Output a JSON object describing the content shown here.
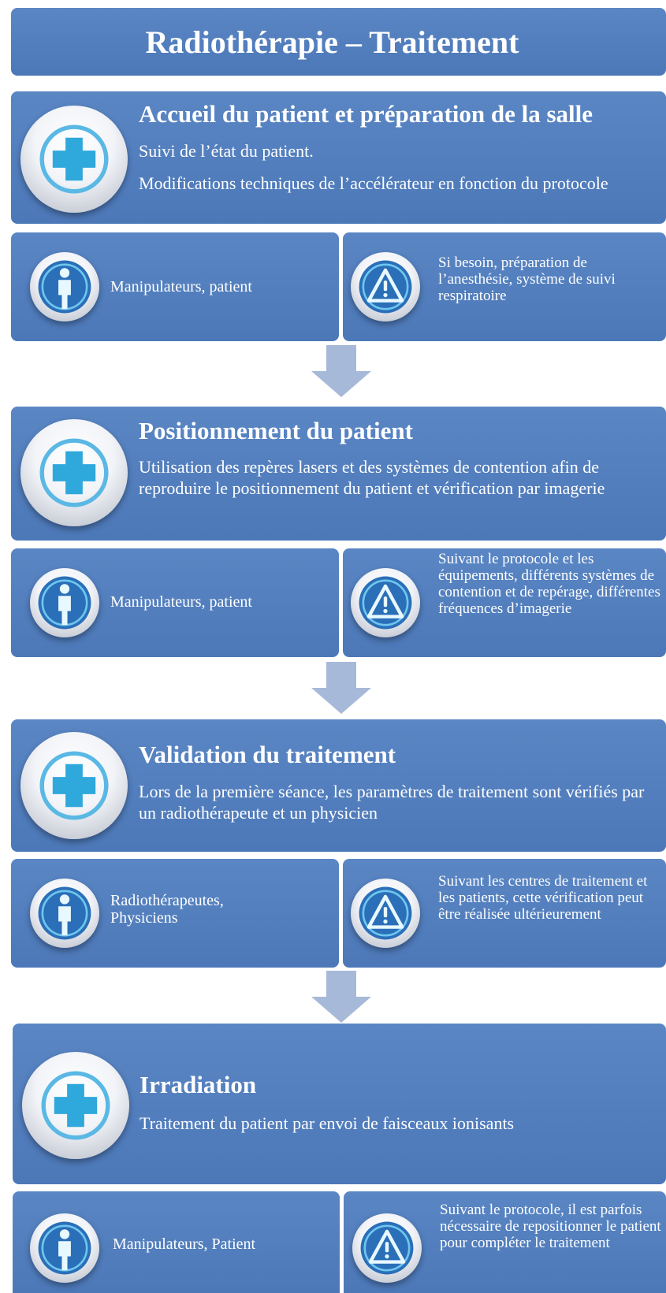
{
  "title": "Radiothérapie – Traitement",
  "steps": [
    {
      "heading": "Accueil du patient et préparation de la salle",
      "descriptions": [
        "Suivi de l’état du patient.",
        "Modifications techniques de l’accélérateur en fonction du protocole"
      ],
      "actors": "Manipulateurs, patient",
      "note": "Si besoin, préparation de l’anesthésie, système de suivi respiratoire"
    },
    {
      "heading": "Positionnement du patient",
      "descriptions": [
        "Utilisation des repères lasers et des systèmes de contention afin de reproduire le positionnement du patient et vérification par imagerie"
      ],
      "actors": "Manipulateurs, patient",
      "note": "Suivant le protocole et les équipements, différents systèmes de contention et de repérage, différentes fréquences d’imagerie"
    },
    {
      "heading": "Validation du traitement",
      "descriptions": [
        "Lors de la première séance, les paramètres de traitement sont vérifiés par un radiothérapeute et un physicien"
      ],
      "actors": "Radiothérapeutes, Physiciens",
      "note": "Suivant les centres de traitement et les patients, cette vérification peut être réalisée ultérieurement"
    },
    {
      "heading": "Irradiation",
      "descriptions": [
        "Traitement du patient par envoi de faisceaux ionisants"
      ],
      "actors": "Manipulateurs, Patient",
      "note": "Suivant le protocole, il est parfois nécessaire de repositionner le patient pour compléter le traitement"
    }
  ],
  "icons": {
    "step": "medical-cross-icon",
    "actor": "person-icon",
    "note": "warning-icon"
  },
  "colors": {
    "box": "#4f7bbb",
    "arrow": "#a7b9d9",
    "cross": "#2fa8dc",
    "text": "#ffffff"
  }
}
